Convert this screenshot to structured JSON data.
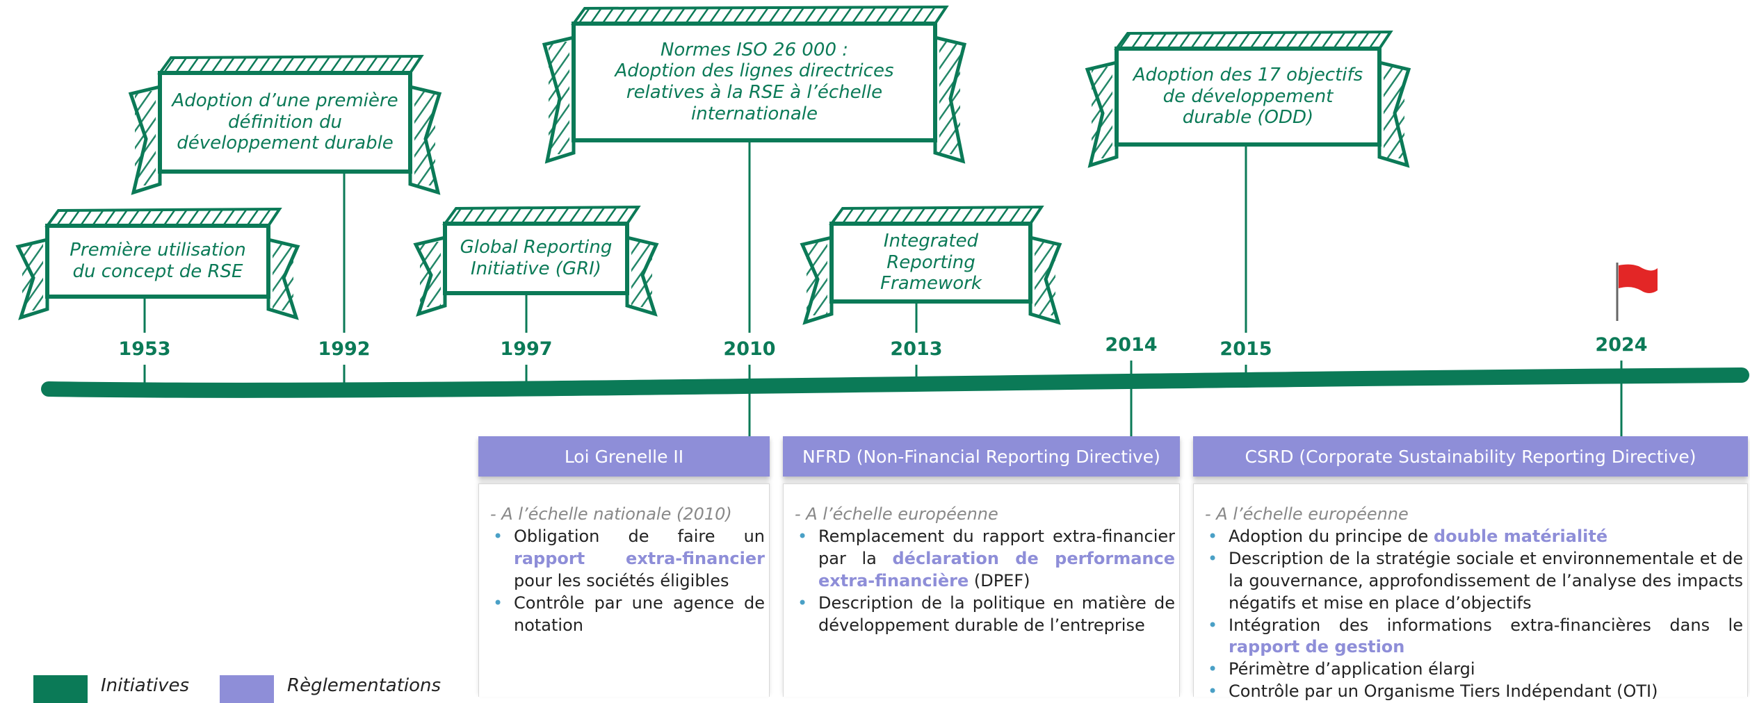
{
  "colors": {
    "initiative": "#0b7a57",
    "regulation": "#8e8ed8",
    "bullet": "#4aa0c6",
    "flag": "#e32626"
  },
  "timeline": {
    "years": [
      "1953",
      "1992",
      "1997",
      "2010",
      "2013",
      "2014",
      "2015",
      "2024"
    ],
    "flag_icon": "red-flag-icon"
  },
  "initiatives": [
    {
      "year": "1953",
      "label": "Première utilisation\ndu concept de RSE"
    },
    {
      "year": "1992",
      "label": "Adoption d’une première\ndéfinition du\ndéveloppement durable"
    },
    {
      "year": "1997",
      "label": "Global Reporting\nInitiative (GRI)"
    },
    {
      "year": "2010",
      "label": "Normes ISO 26 000 :\nAdoption des lignes directrices\nrelatives à la RSE à l’échelle\ninternationale"
    },
    {
      "year": "2013",
      "label": "Integrated\nReporting\nFramework"
    },
    {
      "year": "2015",
      "label": "Adoption des 17 objectifs\nde développement\ndurable (ODD)"
    }
  ],
  "regulations": [
    {
      "title": "Loi Grenelle II",
      "scope": "- A l’échelle nationale (2010)",
      "bullets": [
        [
          {
            "t": "Obligation de faire un "
          },
          {
            "t": "rapport extra-financier",
            "hl": true
          },
          {
            "t": " pour les sociétés éligibles"
          }
        ],
        [
          {
            "t": "Contrôle par une agence de notation"
          }
        ]
      ]
    },
    {
      "title": "NFRD (Non-Financial Reporting Directive)",
      "scope": "- A l’échelle européenne",
      "bullets": [
        [
          {
            "t": "Remplacement du rapport extra-financier par la "
          },
          {
            "t": "déclaration de performance extra-financière",
            "hl": true
          },
          {
            "t": " (DPEF)"
          }
        ],
        [
          {
            "t": "Description de la politique en matière de développement durable de l’entreprise"
          }
        ]
      ]
    },
    {
      "title": "CSRD (Corporate Sustainability Reporting Directive)",
      "scope": "- A l’échelle européenne",
      "bullets": [
        [
          {
            "t": "Adoption du principe de "
          },
          {
            "t": "double matérialité",
            "hl": true
          }
        ],
        [
          {
            "t": "Description de la stratégie sociale et environnementale et de la gouvernance, approfondissement de l’analyse des impacts négatifs et mise en place d’objectifs"
          }
        ],
        [
          {
            "t": "Intégration des informations extra-financières dans le "
          },
          {
            "t": "rapport de gestion",
            "hl": true
          }
        ],
        [
          {
            "t": "Périmètre d’application élargi"
          }
        ],
        [
          {
            "t": "Contrôle par un Organisme Tiers Indépendant (OTI)"
          }
        ]
      ]
    }
  ],
  "legend": {
    "initiatives": "Initiatives",
    "regulations": "Règlementations"
  }
}
